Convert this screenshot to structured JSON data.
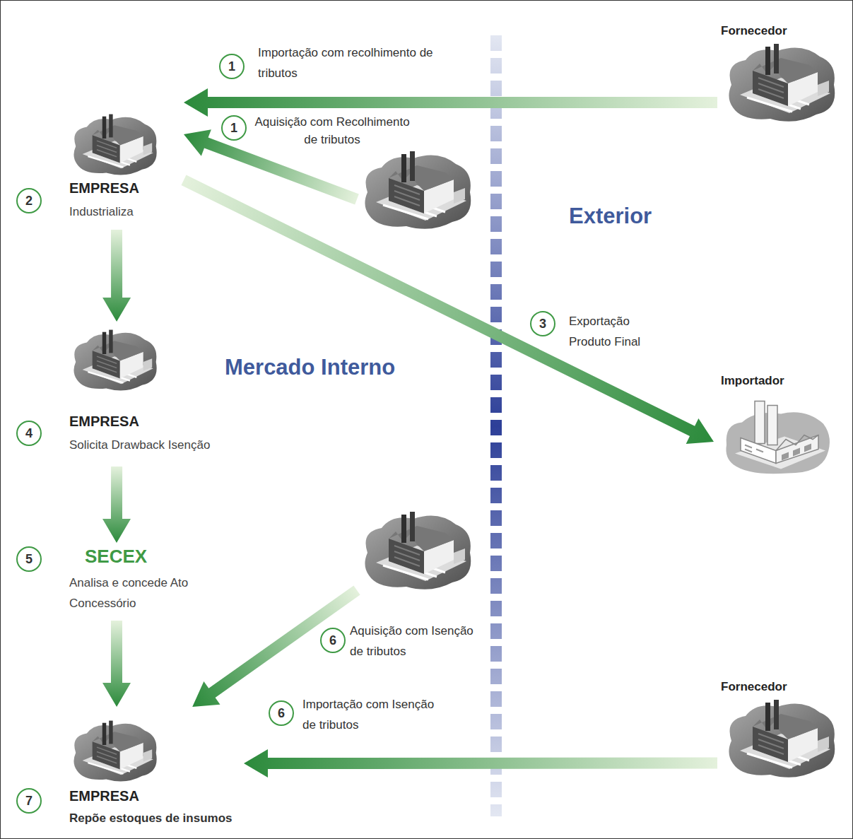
{
  "diagram": {
    "nodes": [
      {
        "text": [
          "Fornecedor"
        ]
      },
      {
        "text": [
          "EMPRESA",
          "Industrializa"
        ]
      },
      {
        "text": []
      },
      {
        "text": [
          "Importador"
        ]
      },
      {
        "text": [
          "EMPRESA",
          "Solicita Drawback Isenção"
        ]
      },
      {
        "text": [
          "SECEX",
          "Analisa e concede Ato Concessório"
        ]
      },
      {
        "text": []
      },
      {
        "text": [
          "Fornecedor"
        ]
      },
      {
        "text": [
          "EMPRESA",
          "Repõe estoques de insumos"
        ]
      }
    ],
    "edges": [
      {
        "from": 0,
        "to": 1,
        "arrow": "to",
        "label": "Importação com recolhimento de tributos"
      },
      {
        "from": 2,
        "to": 1,
        "arrow": "to",
        "label": "Aquisição com Recolhimento de tributos"
      },
      {
        "from": 1,
        "to": 3,
        "arrow": "to",
        "label": "Exportação Produto Final"
      },
      {
        "from": 1,
        "to": 4,
        "arrow": "to"
      },
      {
        "from": 4,
        "to": 5,
        "arrow": "to"
      },
      {
        "from": 5,
        "to": 8,
        "arrow": "to"
      },
      {
        "from": 6,
        "to": 8,
        "arrow": "to",
        "label": "Aquisição com Isenção de tributos"
      },
      {
        "from": 7,
        "to": 8,
        "arrow": "to",
        "label": "Importação com Isenção de tributos"
      }
    ],
    "labels": [
      "Exterior",
      "Mercado Interno",
      "1",
      "1",
      "2",
      "3",
      "4",
      "5",
      "6",
      "6",
      "7"
    ]
  }
}
